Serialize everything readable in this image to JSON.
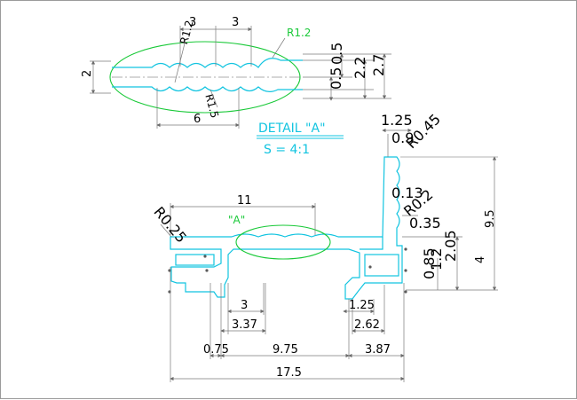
{
  "detail": {
    "title": "DETAIL \"A\"",
    "scale": "S = 4:1",
    "label_R1_2": "R1.2",
    "dim_3a": "3",
    "dim_3b": "3",
    "dim_6": "6",
    "dim_2": "2",
    "dim_0_5a": "0.5",
    "dim_0_5b": "0.5",
    "dim_2_2": "2.2",
    "dim_2_7": "2.7",
    "label_R1_2_rot": "R1.2",
    "label_R1_5_rot": "R1.5"
  },
  "section": {
    "label_A": "\"A\"",
    "dim_11": "11",
    "r0_25": "R0.25",
    "dim_1_25_top": "1.25",
    "dim_0_9": "0.9",
    "r0_45": "R0.45",
    "dim_0_13": "0.13",
    "r0_2": "R0.2",
    "dim_0_35": "0.35",
    "dim_9_5": "9.5",
    "dim_4": "4",
    "dim_2_05": "2.05",
    "dim_1_2": "1.2",
    "dim_0_85": "0.85",
    "dim_3": "3",
    "dim_3_37": "3.37",
    "dim_1_25_bottom": "1.25",
    "dim_2_62": "2.62",
    "dim_0_75": "0.75",
    "dim_9_75": "9.75",
    "dim_3_87": "3.87",
    "dim_17_5": "17.5"
  },
  "colors": {
    "profile": "#12c4e0",
    "ellipse": "#19c938",
    "dimensions": "#111111"
  }
}
